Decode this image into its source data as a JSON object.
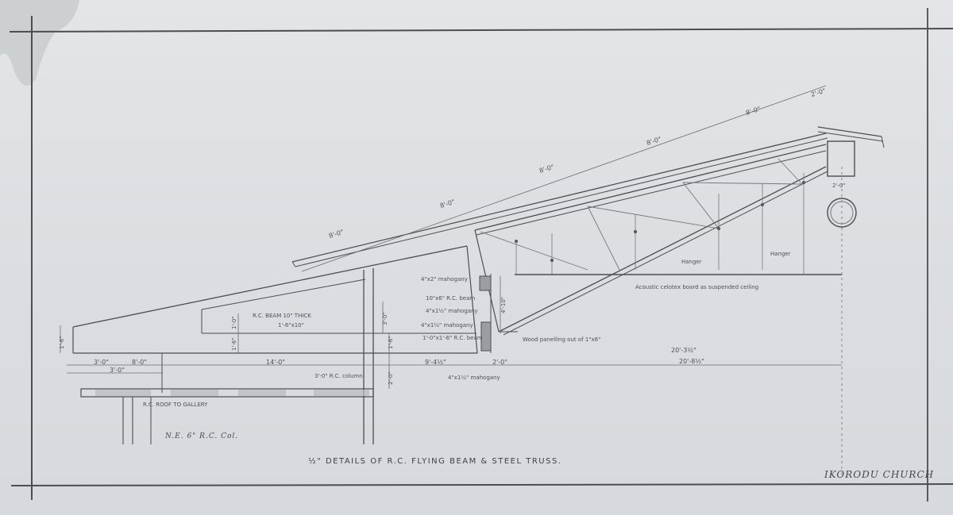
{
  "drawing": {
    "title": "½\" DETAILS OF R.C. FLYING BEAM & STEEL TRUSS.",
    "project": "IKORODU CHURCH",
    "labels": {
      "rc_beam": "R.C. BEAM 10\" THICK",
      "beam_size": "1'-6\"x10\"",
      "rc_roof": "R.C. ROOF TO GALLERY",
      "column": "3'-0\" R.C. column",
      "rc_beam_small": "1'-0\"x1'-6\" R.C. beam",
      "wood_panelling": "Wood panelling out of 1\"x6\"",
      "mahogany_1": "4\"x2\" mahogany",
      "mahogany_2": "4\"x1½\" mahogany",
      "mahogany_3": "4\"x1½\" mahogany",
      "mahogany_4": "4\"x1½\" mahogany",
      "rc_beam_top": "10\"x6\" R.C. beam",
      "hanger_1": "Hanger",
      "hanger_2": "Hanger",
      "acoustic": "Acoustic celotex board as suspended ceiling",
      "bottom_note": "N.E. 6\" R.C. Col."
    },
    "dimensions": {
      "slope_1": "8'-0\"",
      "slope_2": "8'-0\"",
      "slope_3": "8'-0\"",
      "slope_4": "8'-0\"",
      "slope_5": "8'-0\"",
      "slope_6": "2'-0\"",
      "top_width": "2'-0\"",
      "d_3_0": "3'-0\"",
      "d_3_0b": "3'-0\"",
      "d_8_0": "8'-0\"",
      "d_14_0": "14'-0\"",
      "d_9_4": "9'-4½\"",
      "d_2_0": "2'-0\"",
      "d_20_312": "20'-3½\"",
      "d_20_812": "20'-8½\"",
      "h_1_6": "1'-6\"",
      "h_1_0": "1'-0\"",
      "h_1_6b": "1'-6\"",
      "h_1_6c": "1'-6\"",
      "h_2_0": "2'-0\"",
      "h_3_0": "3'-0\"",
      "h_4_10": "4'-10\""
    }
  }
}
